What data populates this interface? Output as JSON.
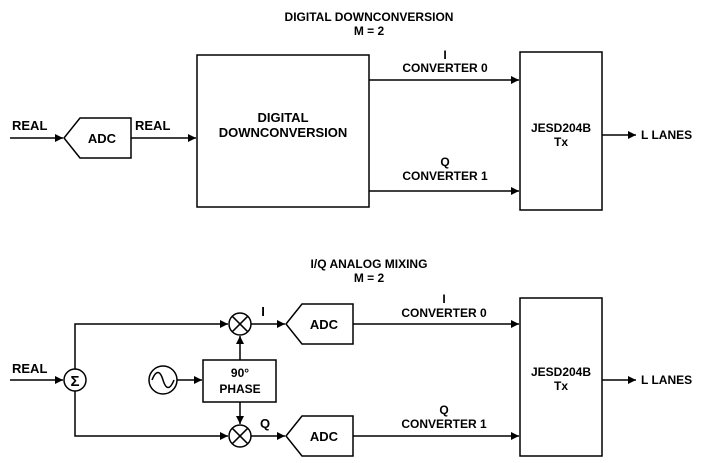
{
  "top": {
    "title_line1": "DIGITAL DOWNCONVERSION",
    "title_line2": "M = 2",
    "input_label": "REAL",
    "adc_label": "ADC",
    "adc_output_label": "REAL",
    "ddc_line1": "DIGITAL",
    "ddc_line2": "DOWNCONVERSION",
    "i_label": "I",
    "i_converter": "CONVERTER 0",
    "q_label": "Q",
    "q_converter": "CONVERTER 1",
    "jesd_line1": "JESD204B",
    "jesd_line2": "Tx",
    "output_label": "L LANES"
  },
  "bottom": {
    "title_line1": "I/Q ANALOG MIXING",
    "title_line2": "M = 2",
    "input_label": "REAL",
    "sum_symbol": "Σ",
    "phase_line1": "90°",
    "phase_line2": "PHASE",
    "i_mixer_label": "I",
    "q_mixer_label": "Q",
    "adc_i_label": "ADC",
    "adc_q_label": "ADC",
    "i_converter_label": "I",
    "i_converter": "CONVERTER 0",
    "q_converter_label": "Q",
    "q_converter": "CONVERTER 1",
    "jesd_line1": "JESD204B",
    "jesd_line2": "Tx",
    "output_label": "L LANES"
  }
}
